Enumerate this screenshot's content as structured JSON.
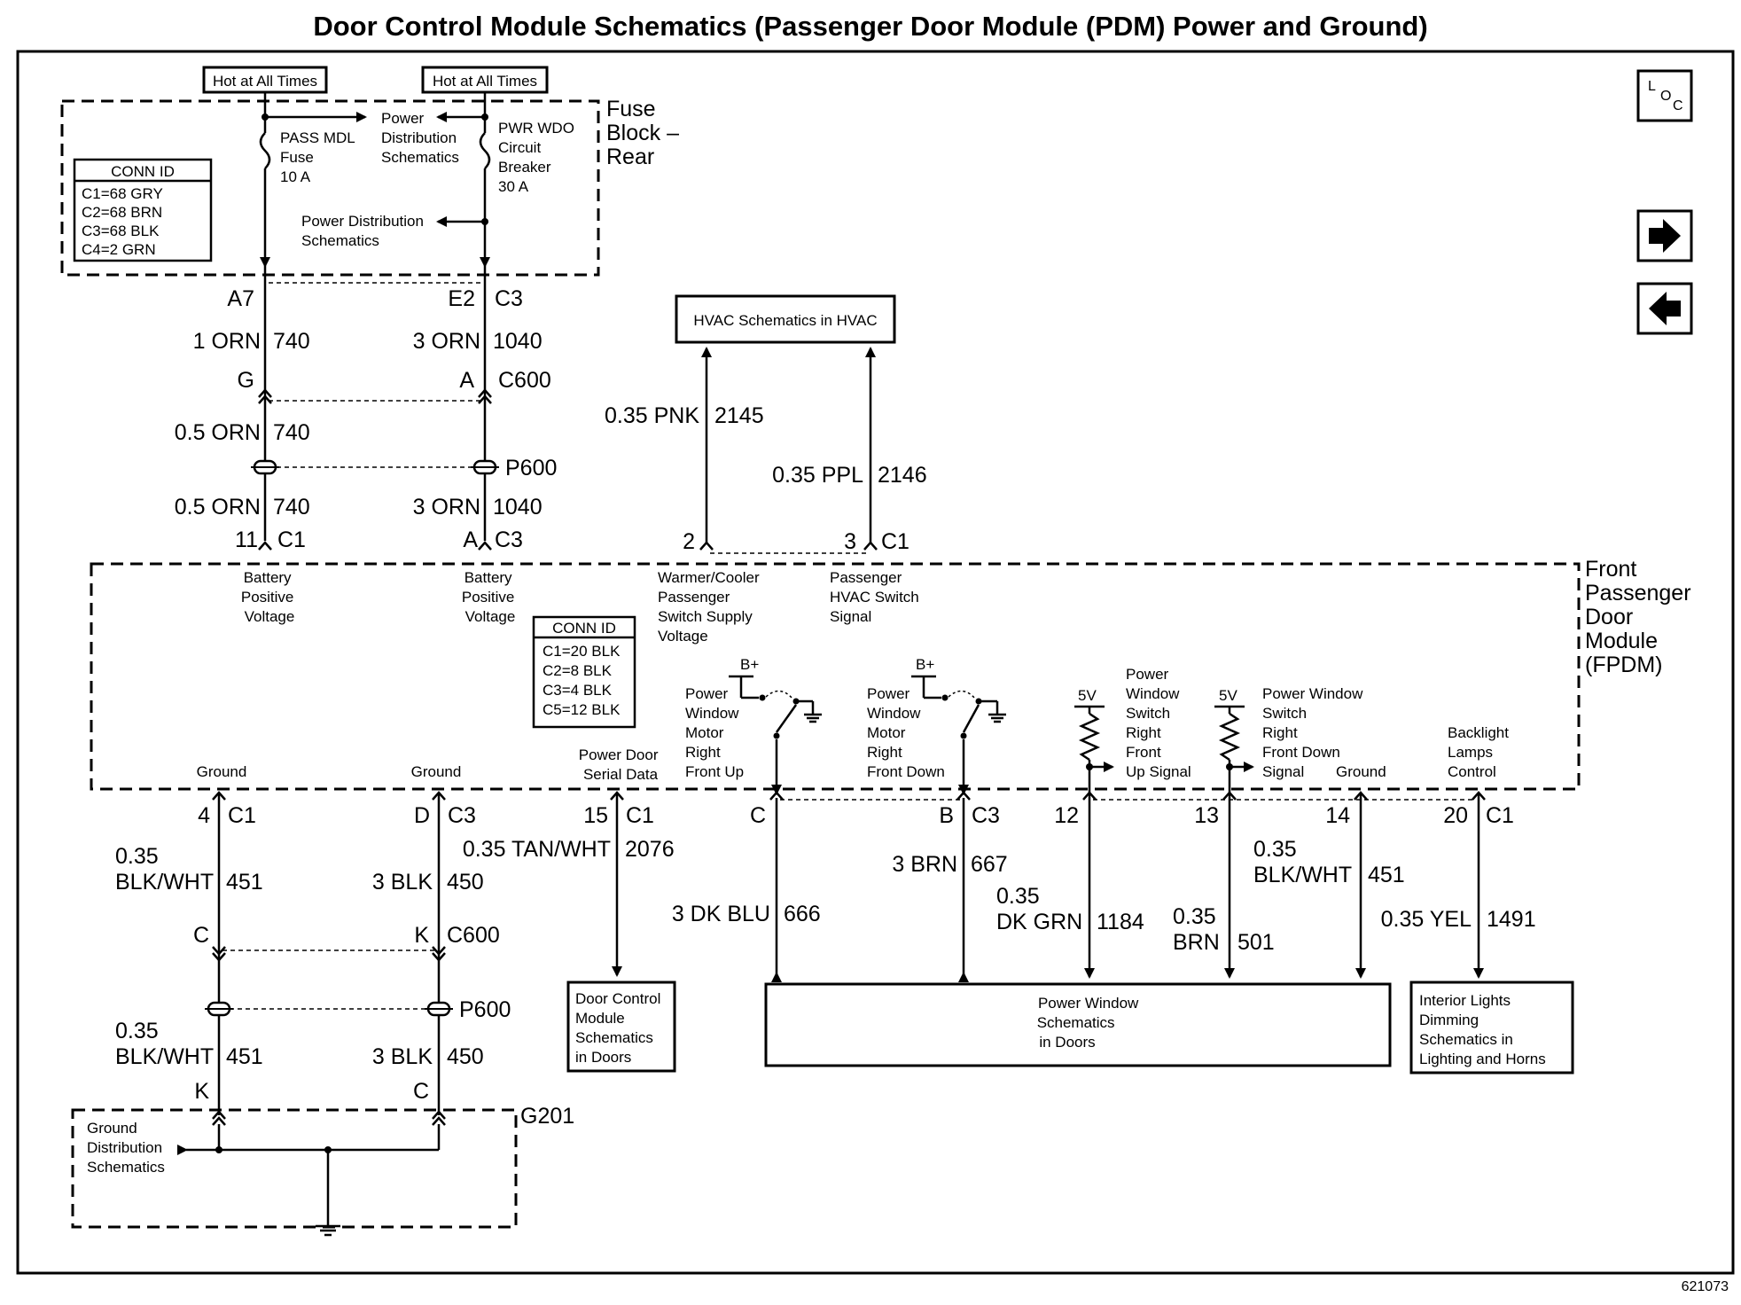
{
  "title": "Door Control Module Schematics (Passenger Door Module (PDM) Power and Ground)",
  "figure_id": "621073",
  "hot_labels": [
    "Hot at All Times",
    "Hot at All Times"
  ],
  "fuse_block": {
    "name_lines": [
      "Fuse",
      "Block –",
      "Rear"
    ],
    "fuse1_lines": [
      "PASS MDL",
      "Fuse",
      "10 A"
    ],
    "power_dist_lines": [
      "Power",
      "Distribution",
      "Schematics"
    ],
    "breaker_lines": [
      "PWR WDO",
      "Circuit",
      "Breaker",
      "30 A"
    ],
    "power_dist2_lines": [
      "Power Distribution",
      "Schematics"
    ]
  },
  "conn_id_fuse": {
    "header": "CONN ID",
    "rows": [
      "C1=68 GRY",
      "C2=68 BRN",
      "C3=68 BLK",
      "C4=2 GRN"
    ]
  },
  "conn_id_module": {
    "header": "CONN ID",
    "rows": [
      "C1=20 BLK",
      "C2=8 BLK",
      "C3=4 BLK",
      "C5=12 BLK"
    ]
  },
  "nav": {
    "loc_icon": "location-icon",
    "next_icon": "arrow-right-icon",
    "prev_icon": "arrow-left-icon"
  },
  "upper_left": {
    "pin_a7": "A7",
    "pin_e2": "E2",
    "conn_c3": "C3",
    "wire1": "1 ORN",
    "circ1": "740",
    "wire2": "3 ORN",
    "circ2": "1040",
    "pin_g": "G",
    "pin_a": "A",
    "conn_c600": "C600",
    "wire3": "0.5 ORN",
    "circ3": "740",
    "conn_p600": "P600",
    "wire4": "0.5 ORN",
    "circ4": "740",
    "wire5": "3 ORN",
    "circ5": "1040",
    "pin_11": "11",
    "conn_c1": "C1",
    "pin_a2": "A",
    "conn_c3b": "C3"
  },
  "hvac": {
    "box": "HVAC Schematics in HVAC",
    "wire1": "0.35 PNK",
    "circ1": "2145",
    "wire2": "0.35 PPL",
    "circ2": "2146",
    "pin2": "2",
    "pin3": "3",
    "conn": "C1"
  },
  "module": {
    "name_lines": [
      "Front",
      "Passenger",
      "Door",
      "Module",
      "(FPDM)"
    ],
    "bpv1_lines": [
      "Battery",
      "Positive",
      "Voltage"
    ],
    "bpv2_lines": [
      "Battery",
      "Positive",
      "Voltage"
    ],
    "warmer_lines": [
      "Warmer/Cooler",
      "Passenger",
      "Switch Supply",
      "Voltage"
    ],
    "hvac_signal_lines": [
      "Passenger",
      "HVAC Switch",
      "Signal"
    ],
    "bplus1": "B+",
    "bplus2": "B+",
    "motor_up_lines": [
      "Power",
      "Window",
      "Motor",
      "Right",
      "Front Up"
    ],
    "motor_down_lines": [
      "Power",
      "Window",
      "Motor",
      "Right",
      "Front Down"
    ],
    "v5_1": "5V",
    "v5_2": "5V",
    "sw_up_lines": [
      "Power",
      "Window",
      "Switch",
      "Right",
      "Front",
      "Up Signal"
    ],
    "sw_down_lines": [
      "Power Window",
      "Switch",
      "Right",
      "Front Down",
      "Signal"
    ],
    "ground_c": "Ground",
    "backlight_lines": [
      "Backlight",
      "Lamps",
      "Control"
    ],
    "ground1": "Ground",
    "ground2": "Ground",
    "serial_lines": [
      "Power Door",
      "Serial Data"
    ]
  },
  "lower": {
    "pin4": "4",
    "conn4": "C1",
    "pinD": "D",
    "connD": "C3",
    "pin15": "15",
    "conn15": "C1",
    "pinC": "C",
    "pinB": "B",
    "connB": "C3",
    "pin12": "12",
    "pin13": "13",
    "pin14": "14",
    "pin20": "20",
    "conn20": "C1",
    "w451a_top": "0.35",
    "w451a_bot": "BLK/WHT",
    "c451a": "451",
    "w450a": "3 BLK",
    "c450a": "450",
    "w2076": "0.35 TAN/WHT",
    "c2076": "2076",
    "w666": "3 DK BLU",
    "c666": "666",
    "w667": "3 BRN",
    "c667": "667",
    "w1184_top": "0.35",
    "w1184_bot": "DK GRN",
    "c1184": "1184",
    "w501_top": "0.35",
    "w501_bot": "BRN",
    "c501": "501",
    "w451b_top": "0.35",
    "w451b_bot": "BLK/WHT",
    "c451b": "451",
    "w1491": "0.35 YEL",
    "c1491": "1491",
    "pinC2": "C",
    "pinK": "K",
    "conn_c600": "C600",
    "conn_p600": "P600",
    "w451c_top": "0.35",
    "w451c_bot": "BLK/WHT",
    "c451c": "451",
    "w450b": "3 BLK",
    "c450b": "450",
    "pinK2": "K",
    "pinC3": "C",
    "g201": "G201",
    "ground_dist_lines": [
      "Ground",
      "Distribution",
      "Schematics"
    ],
    "dcm_box_lines": [
      "Door Control",
      "Module",
      "Schematics",
      "in Doors"
    ],
    "pw_box_lines": [
      "Power Window",
      "Schematics",
      "in Doors"
    ],
    "il_box_lines": [
      "Interior Lights",
      "Dimming",
      "Schematics in",
      "Lighting and Horns"
    ]
  }
}
